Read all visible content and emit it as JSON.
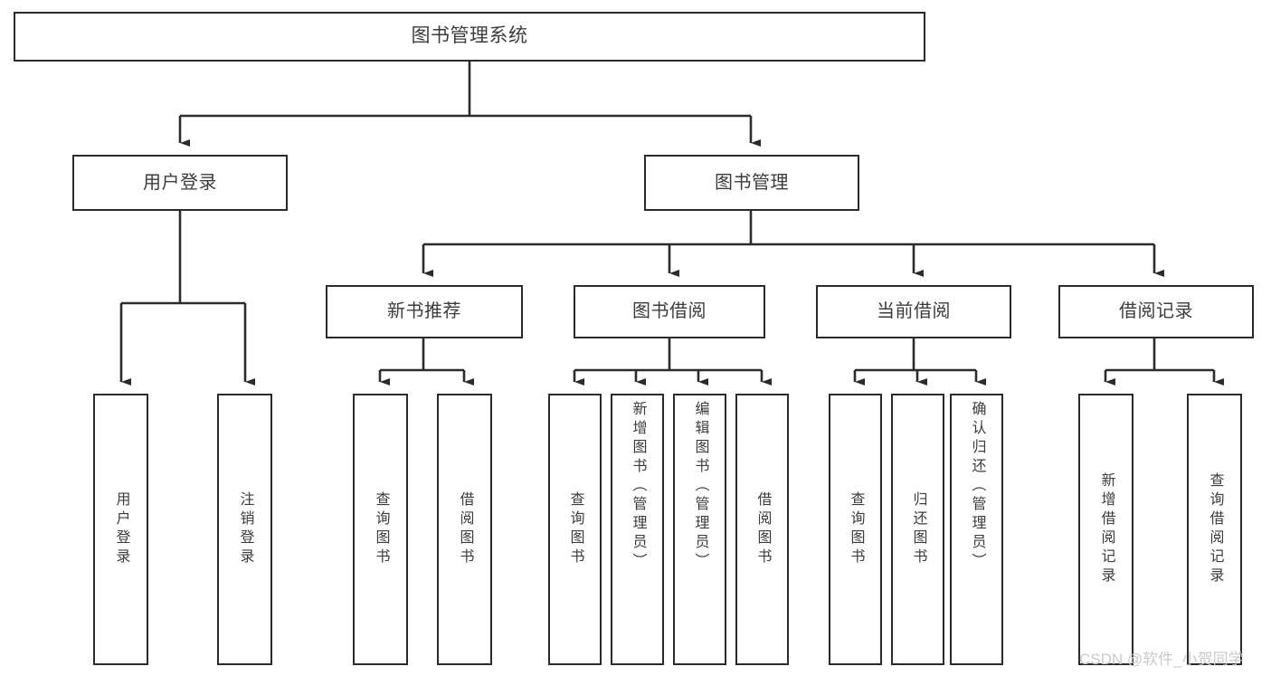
{
  "diagram": {
    "title": "图书管理系统",
    "type": "functional-structure-tree",
    "watermark": "CSDN @软件_小贺同学",
    "colors": {
      "box_border": "#2b2b2b",
      "box_fill": "#ffffff",
      "connector": "#2b2b2b",
      "text": "#3c3c3c",
      "watermark": "#c9c9c9",
      "background": "#ffffff"
    },
    "levels": {
      "root": {
        "label": "图书管理系统"
      },
      "level2": [
        {
          "id": "user-login",
          "label": "用户登录"
        },
        {
          "id": "book-management",
          "label": "图书管理"
        }
      ],
      "level3": [
        {
          "id": "new-book-recommend",
          "label": "新书推荐"
        },
        {
          "id": "book-borrow",
          "label": "图书借阅"
        },
        {
          "id": "current-borrow",
          "label": "当前借阅"
        },
        {
          "id": "borrow-record",
          "label": "借阅记录"
        }
      ],
      "leaves": {
        "user-login": [
          {
            "id": "leaf-user-login",
            "label": "用户登录"
          },
          {
            "id": "leaf-logout",
            "label": "注销登录"
          }
        ],
        "new-book-recommend": [
          {
            "id": "leaf-query-book-1",
            "label": "查询图书"
          },
          {
            "id": "leaf-borrow-book-1",
            "label": "借阅图书"
          }
        ],
        "book-borrow": [
          {
            "id": "leaf-query-book-2",
            "label": "查询图书"
          },
          {
            "id": "leaf-add-book",
            "label": "新增图书（管理员）"
          },
          {
            "id": "leaf-edit-book",
            "label": "编辑图书（管理员）"
          },
          {
            "id": "leaf-borrow-book-2",
            "label": "借阅图书"
          }
        ],
        "current-borrow": [
          {
            "id": "leaf-query-book-3",
            "label": "查询图书"
          },
          {
            "id": "leaf-return-book",
            "label": "归还图书"
          },
          {
            "id": "leaf-confirm-return",
            "label": "确认归还（管理员）"
          }
        ],
        "borrow-record": [
          {
            "id": "leaf-add-record",
            "label": "新增借阅记录"
          },
          {
            "id": "leaf-query-record",
            "label": "查询借阅记录"
          }
        ]
      }
    }
  }
}
